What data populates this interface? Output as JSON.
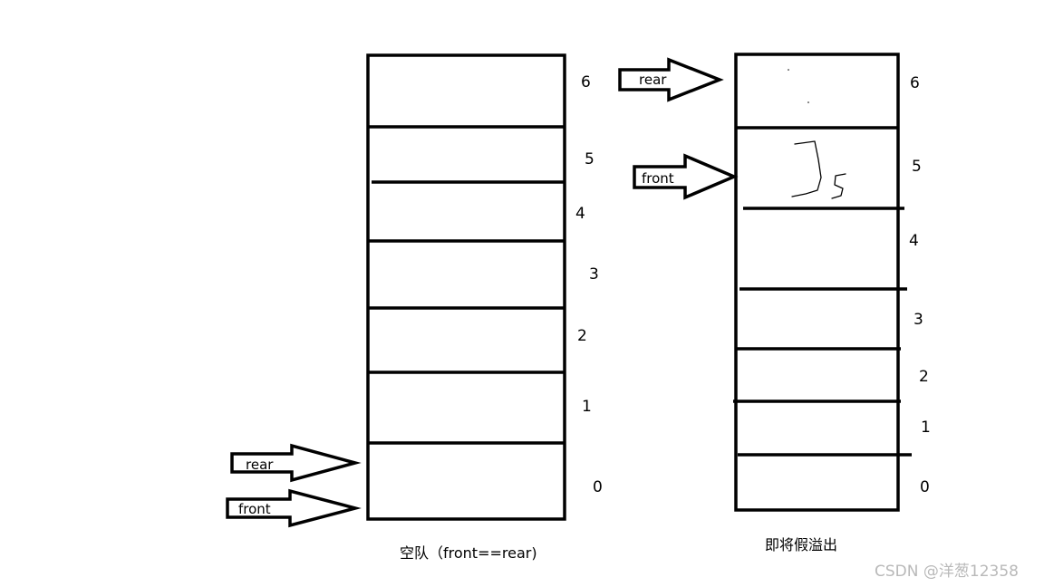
{
  "left_queue": {
    "caption": "空队（front==rear)",
    "slot_labels": [
      "6",
      "5",
      "4",
      "3",
      "2",
      "1",
      "0"
    ],
    "rear_label": "rear",
    "front_label": "front"
  },
  "right_queue": {
    "caption": "即将假溢出",
    "slot_labels": [
      "6",
      "5",
      "4",
      "3",
      "2",
      "1",
      "0"
    ],
    "rear_label": "rear",
    "front_label": "front",
    "handwritten_mark": "J5"
  },
  "watermark": "CSDN @洋葱12358"
}
